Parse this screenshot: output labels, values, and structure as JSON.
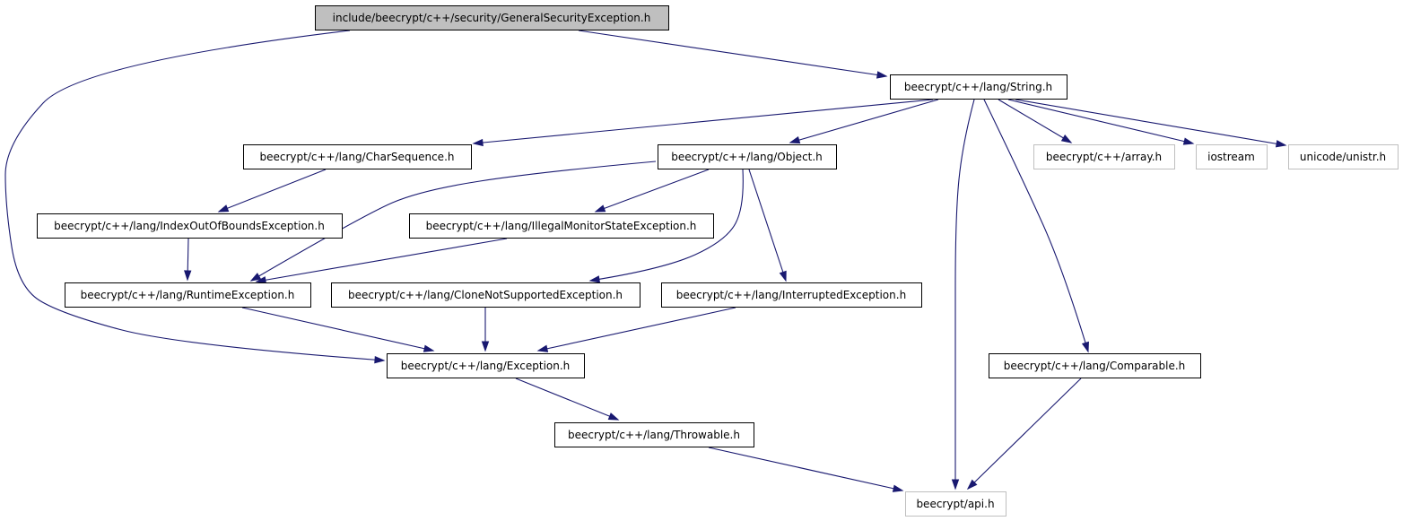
{
  "colors": {
    "edge": "#191970",
    "root_fill": "#bfbfbf",
    "node_fill": "#ffffff",
    "node_border": "#000000",
    "external_border": "#bfbfbf",
    "text": "#000000"
  },
  "nodes": [
    {
      "id": "root",
      "label": "include/beecrypt/c++/security/GeneralSecurityException.h",
      "kind": "root"
    },
    {
      "id": "string",
      "label": "beecrypt/c++/lang/String.h",
      "kind": "internal"
    },
    {
      "id": "charseq",
      "label": "beecrypt/c++/lang/CharSequence.h",
      "kind": "internal"
    },
    {
      "id": "object",
      "label": "beecrypt/c++/lang/Object.h",
      "kind": "internal"
    },
    {
      "id": "array",
      "label": "beecrypt/c++/array.h",
      "kind": "external"
    },
    {
      "id": "iostream",
      "label": "iostream",
      "kind": "external"
    },
    {
      "id": "unistr",
      "label": "unicode/unistr.h",
      "kind": "external"
    },
    {
      "id": "ioob",
      "label": "beecrypt/c++/lang/IndexOutOfBoundsException.h",
      "kind": "internal"
    },
    {
      "id": "imse",
      "label": "beecrypt/c++/lang/IllegalMonitorStateException.h",
      "kind": "internal"
    },
    {
      "id": "runtime",
      "label": "beecrypt/c++/lang/RuntimeException.h",
      "kind": "internal"
    },
    {
      "id": "clone",
      "label": "beecrypt/c++/lang/CloneNotSupportedException.h",
      "kind": "internal"
    },
    {
      "id": "interrupted",
      "label": "beecrypt/c++/lang/InterruptedException.h",
      "kind": "internal"
    },
    {
      "id": "exception",
      "label": "beecrypt/c++/lang/Exception.h",
      "kind": "internal"
    },
    {
      "id": "comparable",
      "label": "beecrypt/c++/lang/Comparable.h",
      "kind": "internal"
    },
    {
      "id": "throwable",
      "label": "beecrypt/c++/lang/Throwable.h",
      "kind": "internal"
    },
    {
      "id": "api",
      "label": "beecrypt/api.h",
      "kind": "external"
    }
  ],
  "edges": [
    {
      "from": "root",
      "to": "string"
    },
    {
      "from": "root",
      "to": "exception"
    },
    {
      "from": "string",
      "to": "charseq"
    },
    {
      "from": "string",
      "to": "object"
    },
    {
      "from": "string",
      "to": "array"
    },
    {
      "from": "string",
      "to": "iostream"
    },
    {
      "from": "string",
      "to": "unistr"
    },
    {
      "from": "string",
      "to": "comparable"
    },
    {
      "from": "string",
      "to": "api"
    },
    {
      "from": "charseq",
      "to": "ioob"
    },
    {
      "from": "ioob",
      "to": "runtime"
    },
    {
      "from": "object",
      "to": "runtime"
    },
    {
      "from": "object",
      "to": "imse"
    },
    {
      "from": "object",
      "to": "clone"
    },
    {
      "from": "object",
      "to": "interrupted"
    },
    {
      "from": "imse",
      "to": "runtime"
    },
    {
      "from": "runtime",
      "to": "exception"
    },
    {
      "from": "clone",
      "to": "exception"
    },
    {
      "from": "interrupted",
      "to": "exception"
    },
    {
      "from": "exception",
      "to": "throwable"
    },
    {
      "from": "comparable",
      "to": "api"
    },
    {
      "from": "throwable",
      "to": "api"
    }
  ]
}
